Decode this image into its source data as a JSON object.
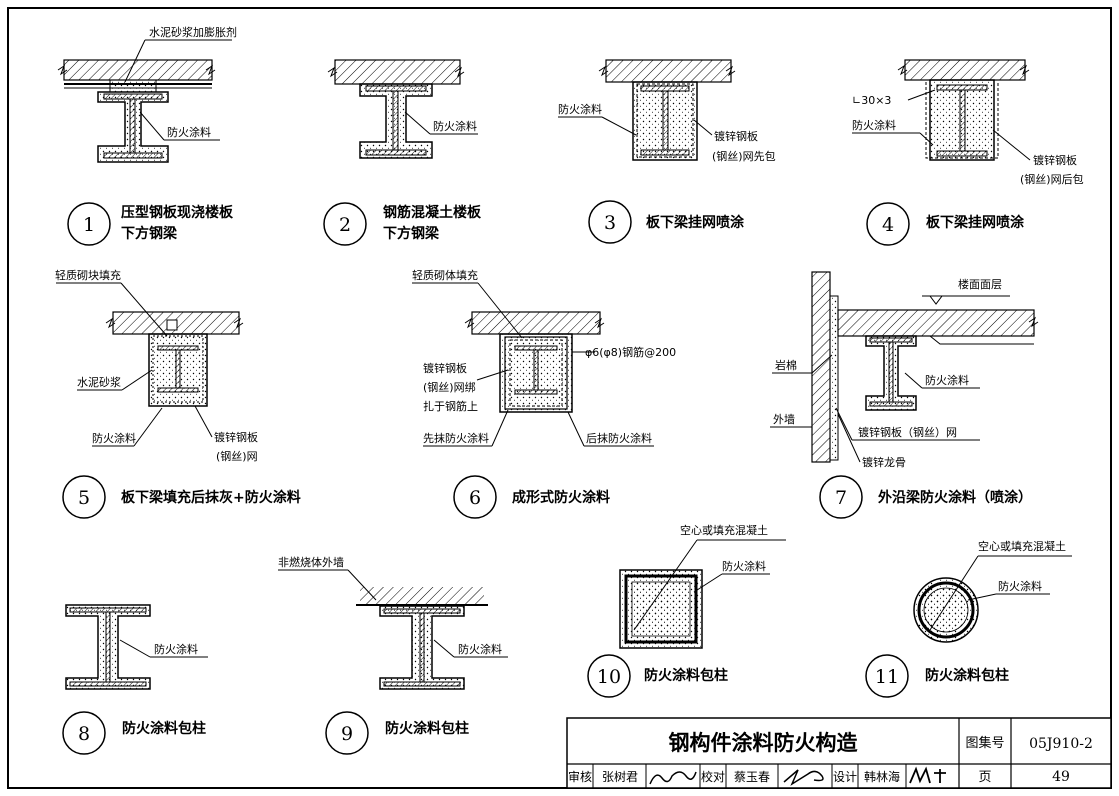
{
  "details": [
    {
      "num": "1",
      "title_lines": [
        "压型钢板现浇楼板",
        "下方钢梁"
      ],
      "notes": {
        "top": "水泥砂浆加膨胀剂",
        "coating": "防火涂料"
      }
    },
    {
      "num": "2",
      "title_lines": [
        "钢筋混凝土楼板",
        "下方钢梁"
      ],
      "notes": {
        "coating": "防火涂料"
      }
    },
    {
      "num": "3",
      "title_lines": [
        "板下梁挂网喷涂"
      ],
      "notes": {
        "coating": "防火涂料",
        "mesh1": "镀锌钢板",
        "mesh2": "(钢丝)网先包"
      }
    },
    {
      "num": "4",
      "title_lines": [
        "板下梁挂网喷涂"
      ],
      "notes": {
        "angle": "∟30×3",
        "coating": "防火涂料",
        "mesh1": "镀锌钢板",
        "mesh2": "(钢丝)网后包"
      }
    },
    {
      "num": "5",
      "title_lines": [
        "板下梁填充后抹灰+防火涂料"
      ],
      "notes": {
        "fill": "轻质砌块填充",
        "mortar": "水泥砂浆",
        "coating": "防火涂料",
        "mesh1": "镀锌钢板",
        "mesh2": "(钢丝)网"
      }
    },
    {
      "num": "6",
      "title_lines": [
        "成形式防火涂料"
      ],
      "notes": {
        "fill": "轻质砌体填充",
        "rebar": "φ6(φ8)钢筋@200",
        "mesh1": "镀锌钢板",
        "mesh2": "(钢丝)网绑",
        "mesh3": "扎于钢筋上",
        "pre": "先抹防火涂料",
        "post": "后抹防火涂料"
      }
    },
    {
      "num": "7",
      "title_lines": [
        "外沿梁防火涂料（喷涂）"
      ],
      "notes": {
        "floor": "楼面面层",
        "wool": "岩棉",
        "wall": "外墙",
        "coating": "防火涂料",
        "mesh": "镀锌钢板（钢丝）网",
        "keel": "镀锌龙骨"
      }
    },
    {
      "num": "8",
      "title_lines": [
        "防火涂料包柱"
      ],
      "notes": {
        "coating": "防火涂料"
      }
    },
    {
      "num": "9",
      "title_lines": [
        "防火涂料包柱"
      ],
      "notes": {
        "wall": "非燃烧体外墙",
        "coating": "防火涂料"
      }
    },
    {
      "num": "10",
      "title_lines": [
        "防火涂料包柱"
      ],
      "notes": {
        "concrete": "空心或填充混凝土",
        "coating": "防火涂料"
      }
    },
    {
      "num": "11",
      "title_lines": [
        "防火涂料包柱"
      ],
      "notes": {
        "concrete": "空心或填充混凝土",
        "coating": "防火涂料"
      }
    }
  ],
  "title_block": {
    "title": "钢构件涂料防火构造",
    "atlas_label": "图集号",
    "atlas_no": "05J910-2",
    "page_label": "页",
    "page_no": "49",
    "review_label": "审核",
    "reviewer": "张树君",
    "check_label": "校对",
    "checker": "蔡玉春",
    "design_label": "设计",
    "designer": "韩林海"
  }
}
